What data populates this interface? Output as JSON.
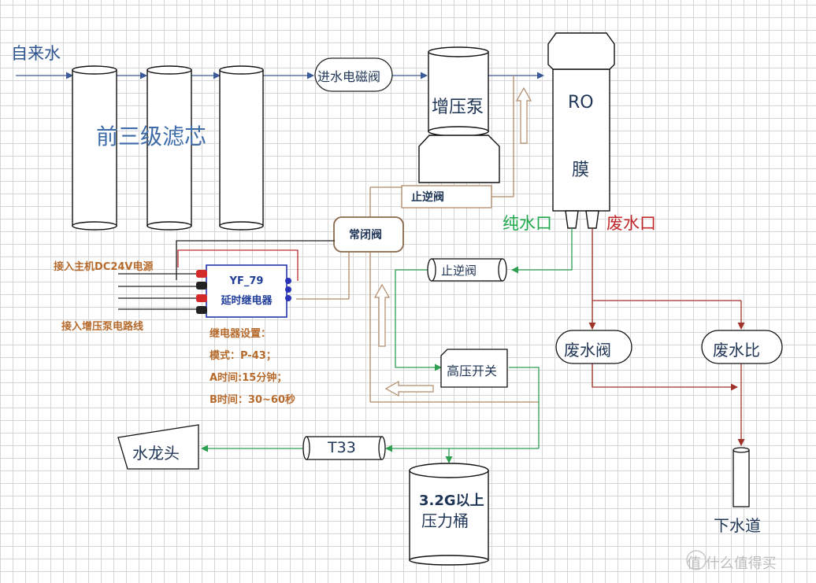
{
  "labels": {
    "tap_water": "自来水",
    "prefilter": "前三级滤芯",
    "inlet_valve": "进水电磁阀",
    "booster_pump": "增压泵",
    "ro_line1": "RO",
    "ro_line2": "膜",
    "check_valve_top": "止逆阀",
    "pure_outlet": "纯水口",
    "waste_outlet": "废水口",
    "nc_valve": "常闭阀",
    "check_valve_mid": "止逆阀",
    "power_input": "接入主机DC24V电源",
    "pump_input": "接入增压泵电路线",
    "relay_model": "YF_79",
    "relay_name": "延时继电器",
    "relay_settings_title": "继电器设置：",
    "relay_mode": "模式：P-43；",
    "relay_time_a": "A时间:15分钟；",
    "relay_time_b": "B时间：30~60秒",
    "hp_switch": "高压开关",
    "waste_valve": "废水阀",
    "waste_ratio": "废水比",
    "faucet": "水龙头",
    "t33": "T33",
    "tank_line1": "3.2G以上",
    "tank_line2": "压力桶",
    "drain": "下水道",
    "watermark": "值 什么值得买"
  },
  "colors": {
    "pipe_blue": "#3d5a99",
    "pipe_brown": "#b08968",
    "pipe_green": "#2e9e50",
    "pipe_red": "#a0322a",
    "wire_black": "#222222",
    "wire_red": "#c0282a",
    "relay_border": "#2233aa"
  }
}
